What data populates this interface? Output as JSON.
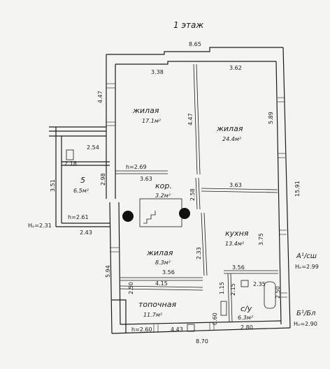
{
  "header": {
    "title": "1 этаж"
  },
  "rooms": [
    {
      "name": "жилая",
      "area": "17.1м²"
    },
    {
      "name": "жилая",
      "area": "24.4м²"
    },
    {
      "name": "кор.",
      "area": "3.2м²"
    },
    {
      "name": "5",
      "area": "6.5м²"
    },
    {
      "name": "кухня",
      "area": "13.4м²"
    },
    {
      "name": "жилая",
      "area": "8.3м²"
    },
    {
      "name": "топочная",
      "area": "11.7м²"
    },
    {
      "name": "с/у",
      "area": "6.3м²"
    }
  ],
  "dimensions": {
    "top_total": "8.65",
    "top_left": "3.38",
    "top_right": "3.62",
    "left_upper": "4.47",
    "left_room_h": "4.47",
    "right_upper": "5.89",
    "right_total": "15.91",
    "porch_width": "2.54",
    "porch_depth": "2.18",
    "height_1": "h=2.69",
    "corridor_w": "3.63",
    "living_kitchen_w": "3.63",
    "corr_left_h": "2.98",
    "corr_right_h": "2.58",
    "vest_h": "3.51",
    "height_2": "h=2.61",
    "vest_w": "2.43",
    "outer_height_left": "Hₒ=2.31",
    "kitchen_h": "3.75",
    "small_h": "2.33",
    "small_w": "3.56",
    "kitchen_w": "3.56",
    "left_lower": "5.94",
    "lower_corr": "4.15",
    "boiler_h": "2.50",
    "wc_w": "2.35",
    "wc_h1": "2.15",
    "wc_h2": "1.15",
    "wc_side": "2.50",
    "height_3": "h=2.60",
    "boiler_w": "4.43",
    "wc_door": "0.60",
    "wc_bottom": "2.80",
    "bottom_total": "8.70"
  },
  "labels": {
    "annex_a": "А¹/сш",
    "height_a": "Hₒ=2.99",
    "annex_b": "Б¹/Бл",
    "height_b": "Hₒ=2.90"
  }
}
